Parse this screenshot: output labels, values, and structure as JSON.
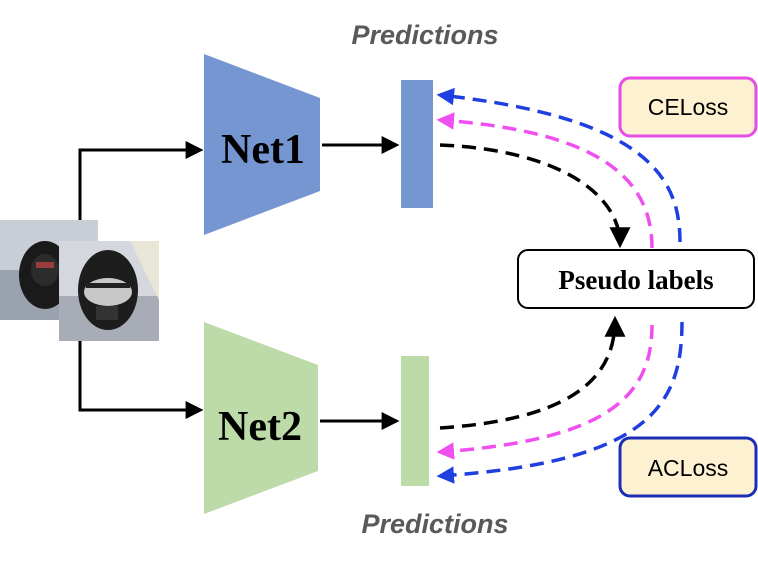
{
  "predictions_top": "Predictions",
  "predictions_bottom": "Predictions",
  "net1": {
    "label": "Net1",
    "color": "#7596d1"
  },
  "net2": {
    "label": "Net2",
    "color": "#bcdba8"
  },
  "pseudo_labels": "Pseudo labels",
  "ce_loss": {
    "label": "CELoss",
    "border_color": "#e64ce6"
  },
  "ac_loss": {
    "label": "ACLoss",
    "border_color": "#1b2fb5"
  },
  "loss_box_fill": "#fdf1d2",
  "arrow_colors": {
    "blue": "#1f3fe0",
    "magenta": "#f04ff0",
    "black": "#000000"
  },
  "images": [
    {
      "icon": "backpack-photo-icon"
    },
    {
      "icon": "backpack-photo-icon"
    }
  ]
}
